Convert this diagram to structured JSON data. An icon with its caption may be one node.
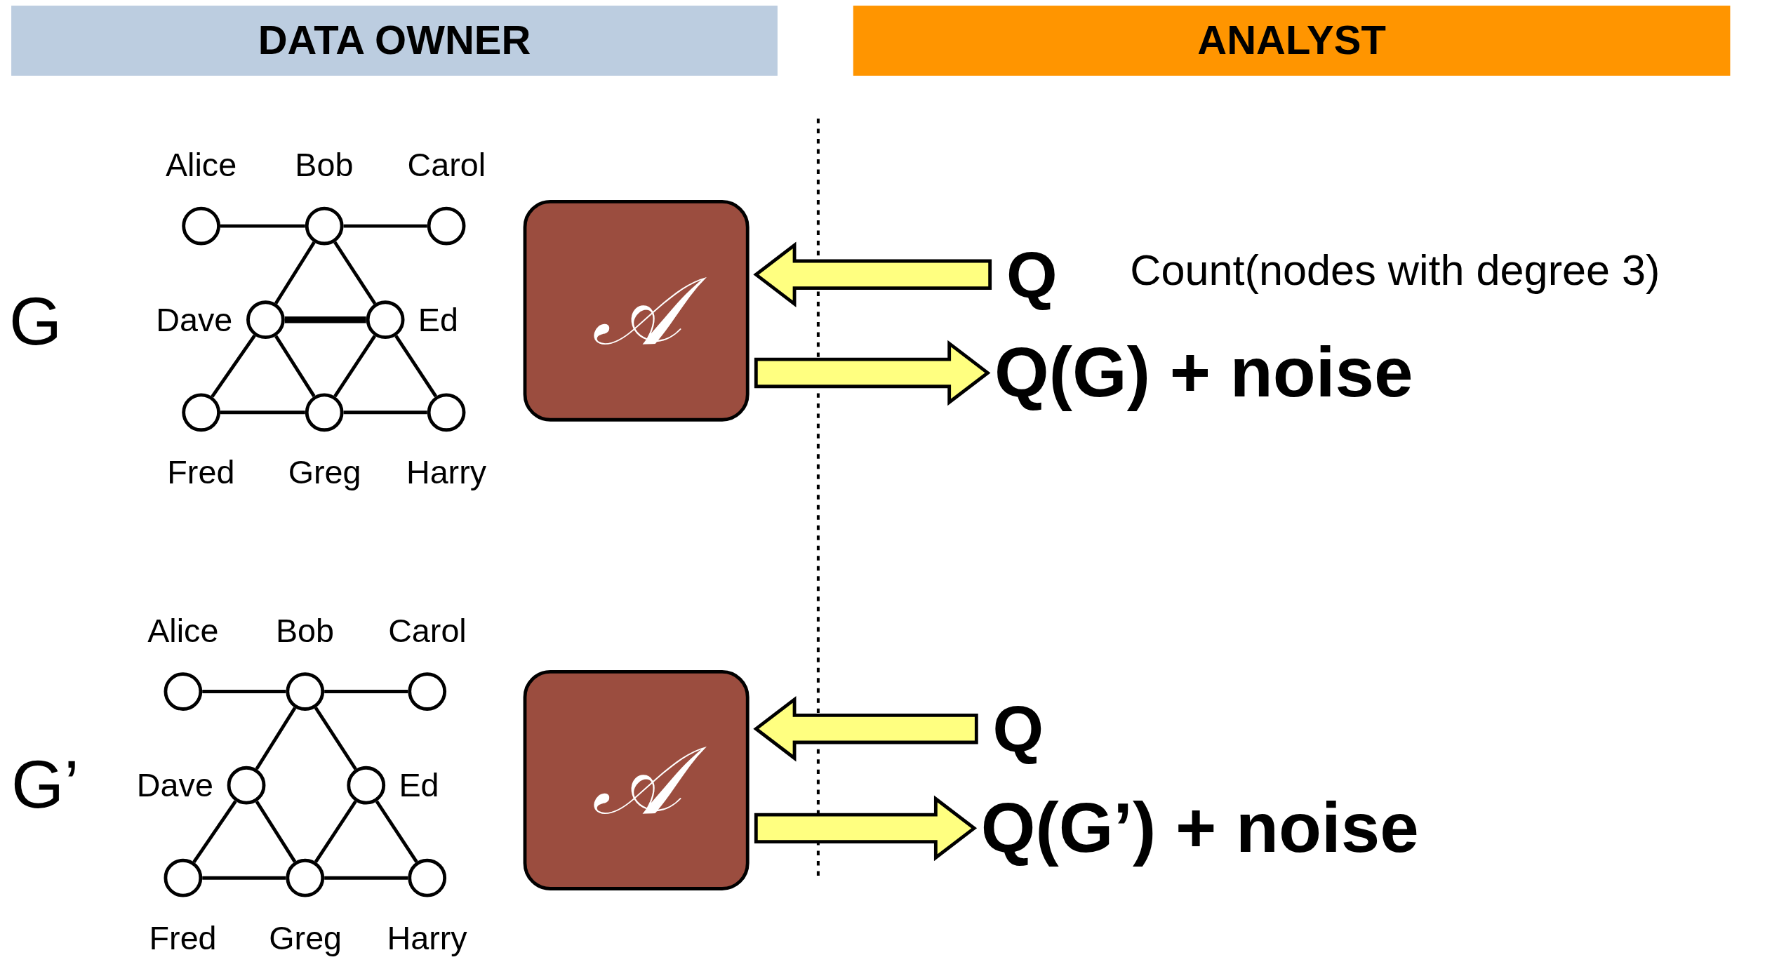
{
  "diagram": {
    "nodes": [
      {
        "text": [
          "DATA OWNER"
        ]
      },
      {
        "text": [
          "ANALYST"
        ]
      },
      {
        "text": [],
        "shape": "circle",
        "beside": [
          "Alice"
        ]
      },
      {
        "text": [],
        "shape": "circle",
        "beside": [
          "Bob"
        ]
      },
      {
        "text": [],
        "shape": "circle",
        "beside": [
          "Carol"
        ]
      },
      {
        "text": [],
        "shape": "circle",
        "beside": [
          "Dave"
        ]
      },
      {
        "text": [],
        "shape": "circle",
        "beside": [
          "Ed"
        ]
      },
      {
        "text": [],
        "shape": "circle",
        "beside": [
          "Fred"
        ]
      },
      {
        "text": [],
        "shape": "circle",
        "beside": [
          "Greg"
        ]
      },
      {
        "text": [],
        "shape": "circle",
        "beside": [
          "Harry"
        ]
      },
      {
        "text": [
          "𝒜"
        ]
      },
      {
        "text": [
          "Q"
        ]
      },
      {
        "text": [
          "Q(G) + noise"
        ]
      },
      {
        "text": [],
        "shape": "circle",
        "beside": [
          "Alice"
        ]
      },
      {
        "text": [],
        "shape": "circle",
        "beside": [
          "Bob"
        ]
      },
      {
        "text": [],
        "shape": "circle",
        "beside": [
          "Carol"
        ]
      },
      {
        "text": [],
        "shape": "circle",
        "beside": [
          "Dave"
        ]
      },
      {
        "text": [],
        "shape": "circle",
        "beside": [
          "Ed"
        ]
      },
      {
        "text": [],
        "shape": "circle",
        "beside": [
          "Fred"
        ]
      },
      {
        "text": [],
        "shape": "circle",
        "beside": [
          "Greg"
        ]
      },
      {
        "text": [],
        "shape": "circle",
        "beside": [
          "Harry"
        ]
      },
      {
        "text": [
          "𝒜"
        ]
      },
      {
        "text": [
          "Q"
        ]
      },
      {
        "text": [
          "Q(G’) + noise"
        ]
      }
    ],
    "edges": [
      {
        "from": 2,
        "to": 3,
        "arrow": "none"
      },
      {
        "from": 3,
        "to": 4,
        "arrow": "none"
      },
      {
        "from": 3,
        "to": 5,
        "arrow": "none"
      },
      {
        "from": 3,
        "to": 6,
        "arrow": "none"
      },
      {
        "from": 5,
        "to": 6,
        "arrow": "none",
        "style": "thick"
      },
      {
        "from": 5,
        "to": 7,
        "arrow": "none"
      },
      {
        "from": 5,
        "to": 8,
        "arrow": "none"
      },
      {
        "from": 6,
        "to": 8,
        "arrow": "none"
      },
      {
        "from": 6,
        "to": 9,
        "arrow": "none"
      },
      {
        "from": 7,
        "to": 8,
        "arrow": "none"
      },
      {
        "from": 8,
        "to": 9,
        "arrow": "none"
      },
      {
        "from": 11,
        "to": 10,
        "arrow": "to",
        "style": "thick",
        "color": "#ffff80"
      },
      {
        "from": 10,
        "to": 12,
        "arrow": "to",
        "style": "thick",
        "color": "#ffff80"
      },
      {
        "from": 13,
        "to": 14,
        "arrow": "none"
      },
      {
        "from": 14,
        "to": 15,
        "arrow": "none"
      },
      {
        "from": 14,
        "to": 16,
        "arrow": "none"
      },
      {
        "from": 14,
        "to": 17,
        "arrow": "none"
      },
      {
        "from": 16,
        "to": 18,
        "arrow": "none"
      },
      {
        "from": 16,
        "to": 19,
        "arrow": "none"
      },
      {
        "from": 17,
        "to": 19,
        "arrow": "none"
      },
      {
        "from": 17,
        "to": 20,
        "arrow": "none"
      },
      {
        "from": 18,
        "to": 19,
        "arrow": "none"
      },
      {
        "from": 19,
        "to": 20,
        "arrow": "none"
      },
      {
        "from": 22,
        "to": 21,
        "arrow": "to",
        "style": "thick",
        "color": "#ffff80"
      },
      {
        "from": 21,
        "to": 23,
        "arrow": "to",
        "style": "thick",
        "color": "#ffff80"
      }
    ],
    "labels": [
      "G",
      "Count(nodes with degree 3)",
      "G’"
    ]
  }
}
